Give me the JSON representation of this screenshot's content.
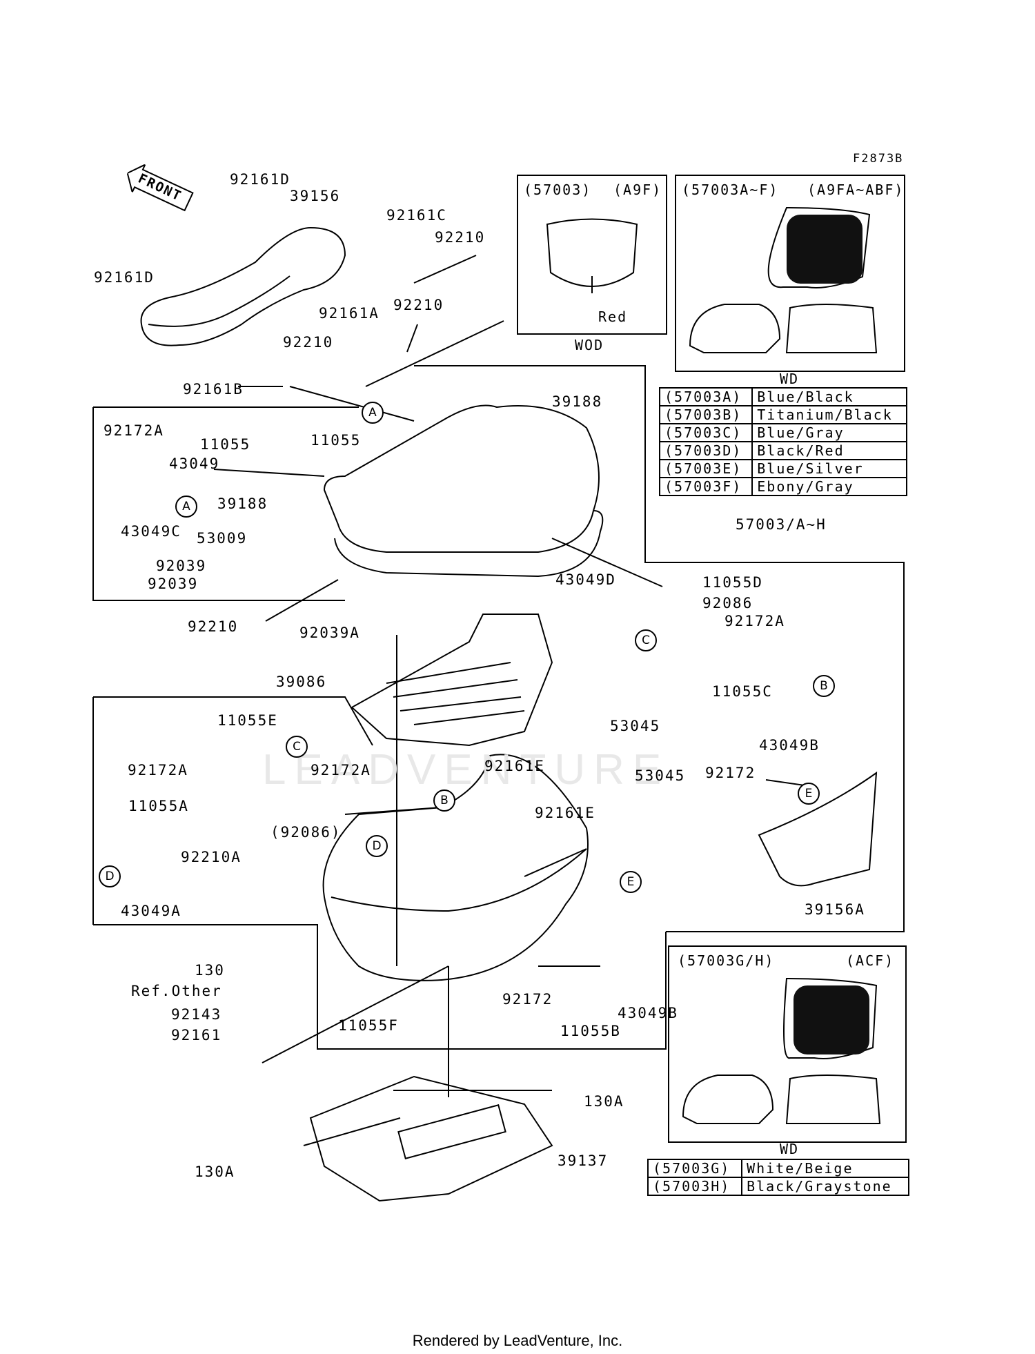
{
  "figure_code": "F2873B",
  "front_label": "FRONT",
  "watermark": "LEADVENTURE",
  "footer": "Rendered by LeadVenture, Inc.",
  "part_labels": {
    "p92161D_top": "92161D",
    "p39156": "39156",
    "p92161D_left": "92161D",
    "p92161C": "92161C",
    "p92210_a": "92210",
    "p92161A": "92161A",
    "p92210_b": "92210",
    "p92210_c": "92210",
    "p92161B": "92161B",
    "p39188_top": "39188",
    "p92172A_left": "92172A",
    "p11055_a": "11055",
    "p11055_b": "11055",
    "p43049": "43049",
    "p39188_mid": "39188",
    "p43049C": "43049C",
    "p53009": "53009",
    "p92039_a": "92039",
    "p92039_b": "92039",
    "p43049D": "43049D",
    "p57003AH": "57003/A~H",
    "p11055D": "11055D",
    "p92086": "92086",
    "p92172A_right": "92172A",
    "p92210_d": "92210",
    "p92039A": "92039A",
    "p39086": "39086",
    "p11055C": "11055C",
    "p43049B_a": "43049B",
    "p92172_a": "92172",
    "p11055E": "11055E",
    "p92172A_mid1": "92172A",
    "p92172A_mid2": "92172A",
    "p53045_a": "53045",
    "p92161E_a": "92161E",
    "p53045_b": "53045",
    "p92161E_b": "92161E",
    "p11055A": "11055A",
    "p92086_paren": "(92086)",
    "p92210A": "92210A",
    "p43049A": "43049A",
    "p39156A": "39156A",
    "p130": "130",
    "pRefOther": "Ref.Other",
    "p92143": "92143",
    "p92161": "92161",
    "p92172_b": "92172",
    "p43049B_b": "43049B",
    "p11055B": "11055B",
    "p11055F": "11055F",
    "p130A_a": "130A",
    "p39137": "39137",
    "p130A_b": "130A"
  },
  "callouts": {
    "A1": "A",
    "A2": "A",
    "C1": "C",
    "C2": "C",
    "B1": "B",
    "B2": "B",
    "D1": "D",
    "D2": "D",
    "E1": "E",
    "E2": "E"
  },
  "variant_boxes": {
    "box1": {
      "code": "(57003)",
      "variant": "(A9F)",
      "note": "Red",
      "region": "WOD"
    },
    "box2": {
      "code": "(57003A~F)",
      "variant": "(A9FA~ABF)",
      "region": "WD"
    },
    "box3": {
      "code": "(57003G/H)",
      "variant": "(ACF)",
      "region": "WD"
    }
  },
  "color_table_1": [
    {
      "code": "(57003A)",
      "color": "Blue/Black"
    },
    {
      "code": "(57003B)",
      "color": "Titanium/Black"
    },
    {
      "code": "(57003C)",
      "color": "Blue/Gray"
    },
    {
      "code": "(57003D)",
      "color": "Black/Red"
    },
    {
      "code": "(57003E)",
      "color": "Blue/Silver"
    },
    {
      "code": "(57003F)",
      "color": "Ebony/Gray"
    }
  ],
  "color_table_2": [
    {
      "code": "(57003G)",
      "color": "White/Beige"
    },
    {
      "code": "(57003H)",
      "color": "Black/Graystone"
    }
  ]
}
